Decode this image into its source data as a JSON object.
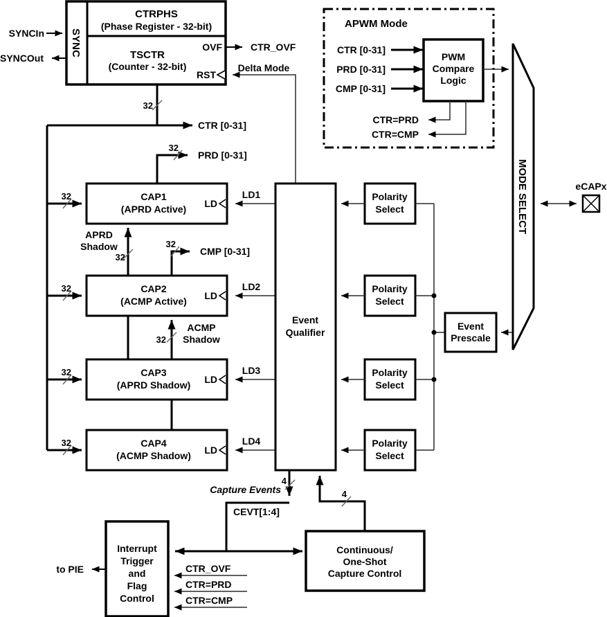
{
  "title": "eCAP module block diagram",
  "t": {
    "syncin": "SYNCIn",
    "syncout": "SYNCOut",
    "sync": "SYNC",
    "ctrphs1": "CTRPHS",
    "ctrphs2": "(Phase Register - 32-bit)",
    "tsctr1": "TSCTR",
    "tsctr2": "(Counter - 32-bit)",
    "ovf": "OVF",
    "rst": "RST",
    "ctr_ovf": "CTR_OVF",
    "delta": "Delta Mode",
    "n32": "32",
    "n4": "4",
    "ctr": "CTR [0-31]",
    "prd": "PRD [0-31]",
    "cmp": "CMP [0-31]",
    "cap1a": "CAP1",
    "cap1b": "(APRD Active)",
    "cap2a": "CAP2",
    "cap2b": "(ACMP Active)",
    "cap3a": "CAP3",
    "cap3b": "(APRD Shadow)",
    "cap4a": "CAP4",
    "cap4b": "(ACMP Shadow)",
    "ld": "LD",
    "ld1": "LD1",
    "ld2": "LD2",
    "ld3": "LD3",
    "ld4": "LD4",
    "aprd1": "APRD",
    "aprd2": "Shadow",
    "acmp1": "ACMP",
    "acmp2": "Shadow",
    "eq1": "Event",
    "eq2": "Qualifier",
    "pol1": "Polarity",
    "pol2": "Select",
    "ep1": "Event",
    "ep2": "Prescale",
    "mode": "MODE SELECT",
    "ecapx": "eCAPx",
    "apwm": "APWM  Mode",
    "pwm1": "PWM",
    "pwm2": "Compare",
    "pwm3": "Logic",
    "ctrprd": "CTR=PRD",
    "ctrcmp": "CTR=CMP",
    "capev": "Capture Events",
    "cevt": "CEVT[1:4]",
    "int1": "Interrupt",
    "int2": "Trigger",
    "int3": "and",
    "int4": "Flag",
    "int5": "Control",
    "topie": "to PIE",
    "cos1": "Continuous/",
    "cos2": "One-Shot",
    "cos3": "Capture Control"
  },
  "colors": {
    "line": "#000000",
    "background": "#ffffff",
    "text": "#000000"
  }
}
